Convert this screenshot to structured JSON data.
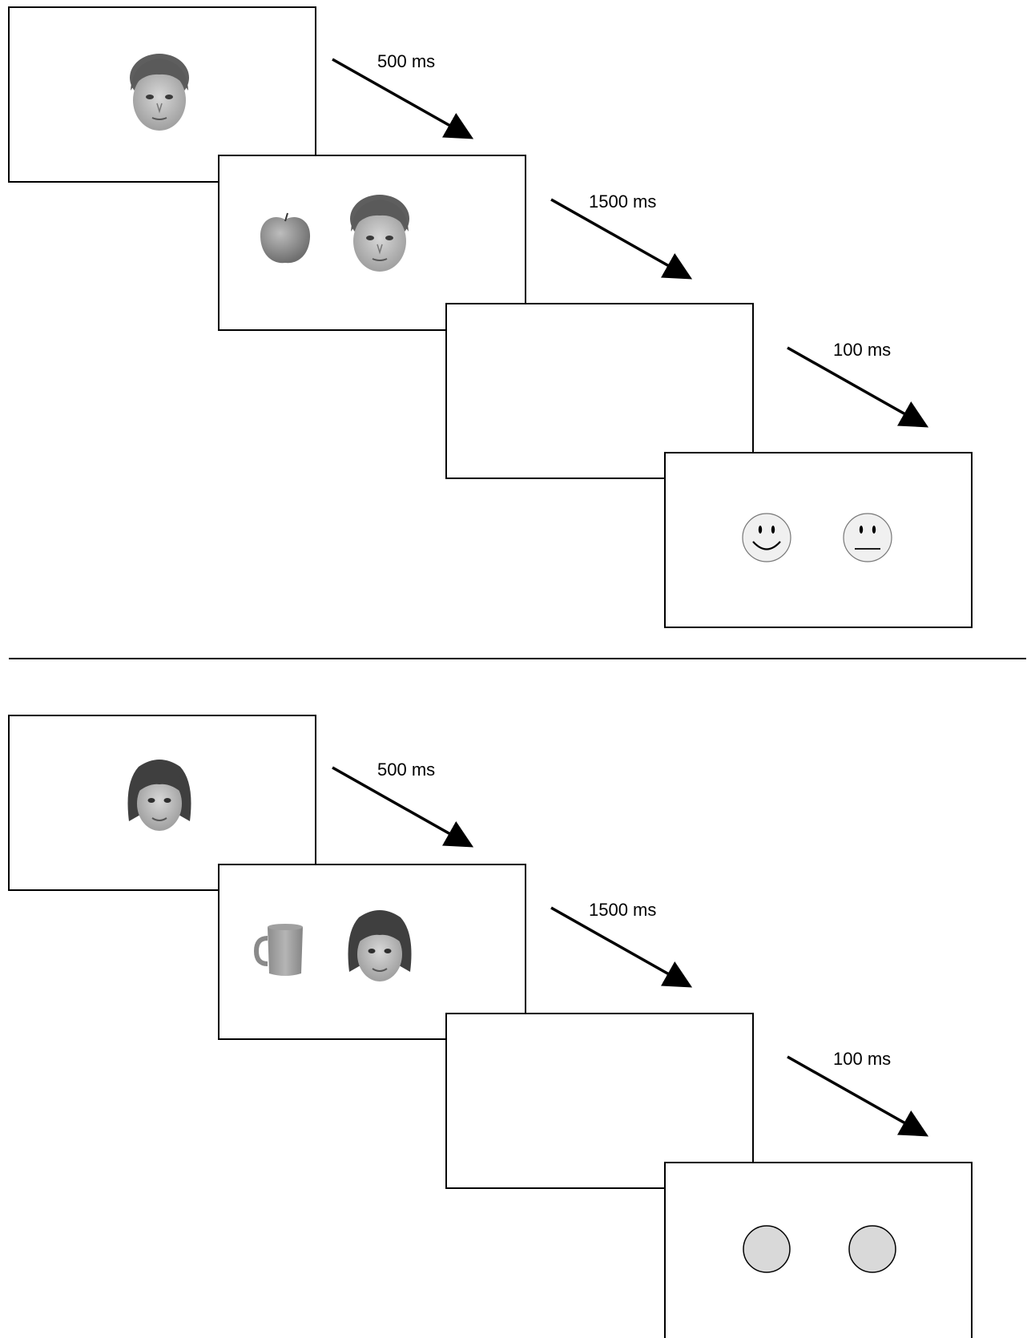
{
  "colors": {
    "frame_stroke": "#000000",
    "background": "#ffffff",
    "photo_gray": "#7a7a7a",
    "circle_fill": "#d9d9d9"
  },
  "top_sequence": {
    "step1": {
      "content": [
        "boy-face-photo"
      ]
    },
    "arrow1_label": "500 ms",
    "step2": {
      "content": [
        "apple-photo",
        "boy-face-photo"
      ]
    },
    "arrow2_label": "1500 ms",
    "step3": {
      "content": []
    },
    "arrow3_label": "100 ms",
    "step4": {
      "content": [
        "smiley-happy-icon",
        "smiley-neutral-icon"
      ]
    }
  },
  "bottom_sequence": {
    "step1": {
      "content": [
        "girl-face-photo"
      ]
    },
    "arrow1_label": "500 ms",
    "step2": {
      "content": [
        "mug-photo",
        "girl-face-photo"
      ]
    },
    "arrow2_label": "1500 ms",
    "step3": {
      "content": []
    },
    "arrow3_label": "100 ms",
    "step4": {
      "content": [
        "plain-circle-icon",
        "plain-circle-icon"
      ]
    }
  }
}
